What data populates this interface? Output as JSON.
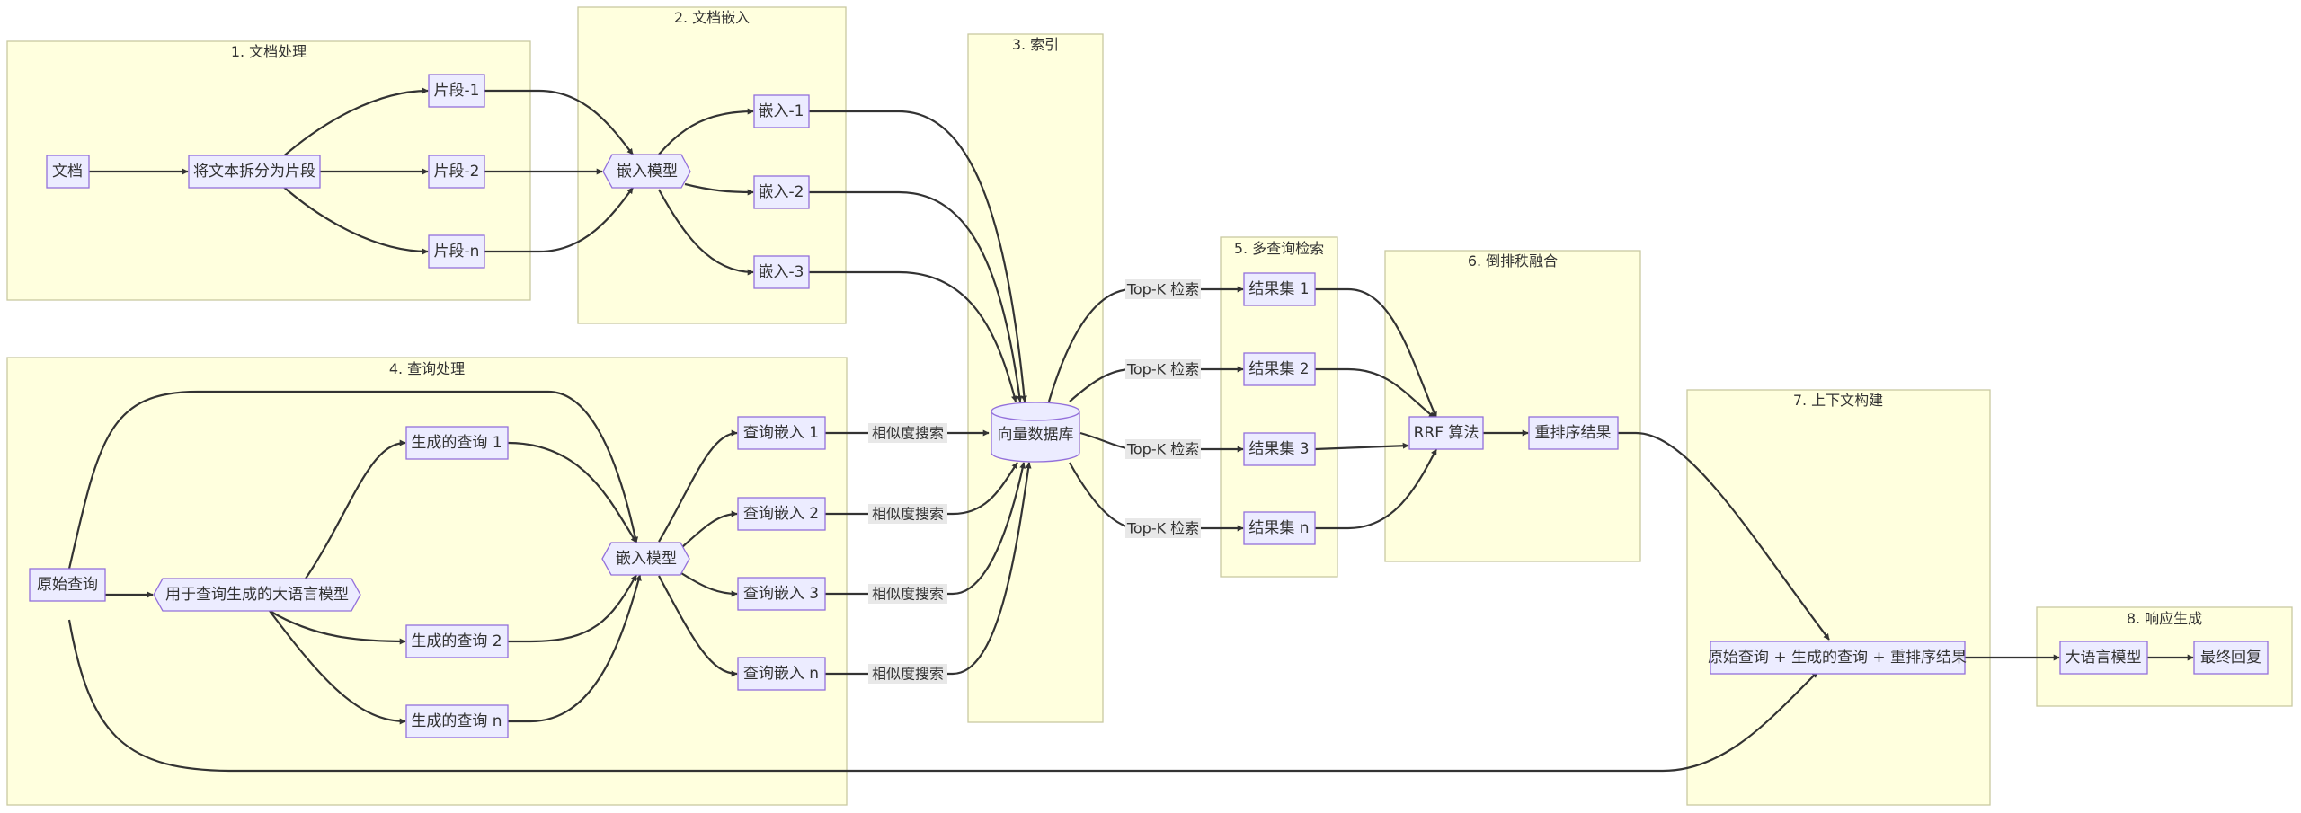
{
  "clusters": {
    "doc_processing": "1. 文档处理",
    "doc_embedding": "2. 文档嵌入",
    "indexing": "3. 索引",
    "query_processing": "4. 查询处理",
    "multi_query_retrieval": "5. 多查询检索",
    "rrf": "6. 倒排秩融合",
    "context_building": "7. 上下文构建",
    "response_generation": "8. 响应生成"
  },
  "nodes": {
    "document": "文档",
    "split_text": "将文本拆分为片段",
    "chunk_1": "片段-1",
    "chunk_2": "片段-2",
    "chunk_n": "片段-n",
    "embedding_model_doc": "嵌入模型",
    "embed_1": "嵌入-1",
    "embed_2": "嵌入-2",
    "embed_3": "嵌入-3",
    "vector_db": "向量数据库",
    "original_query": "原始查询",
    "query_llm": "用于查询生成的大语言模型",
    "gen_query_1": "生成的查询 1",
    "gen_query_2": "生成的查询 2",
    "gen_query_n": "生成的查询 n",
    "embedding_model_query": "嵌入模型",
    "query_embed_1": "查询嵌入 1",
    "query_embed_2": "查询嵌入 2",
    "query_embed_3": "查询嵌入 3",
    "query_embed_n": "查询嵌入 n",
    "result_set_1": "结果集 1",
    "result_set_2": "结果集 2",
    "result_set_3": "结果集 3",
    "result_set_n": "结果集 n",
    "rrf_algorithm": "RRF 算法",
    "reranked_results": "重排序结果",
    "combined_context": "原始查询 + 生成的查询 + 重排序结果",
    "llm": "大语言模型",
    "final_answer": "最终回复"
  },
  "edge_labels": {
    "similarity_search": "相似度搜索",
    "top_k_retrieval": "Top-K 检索"
  }
}
